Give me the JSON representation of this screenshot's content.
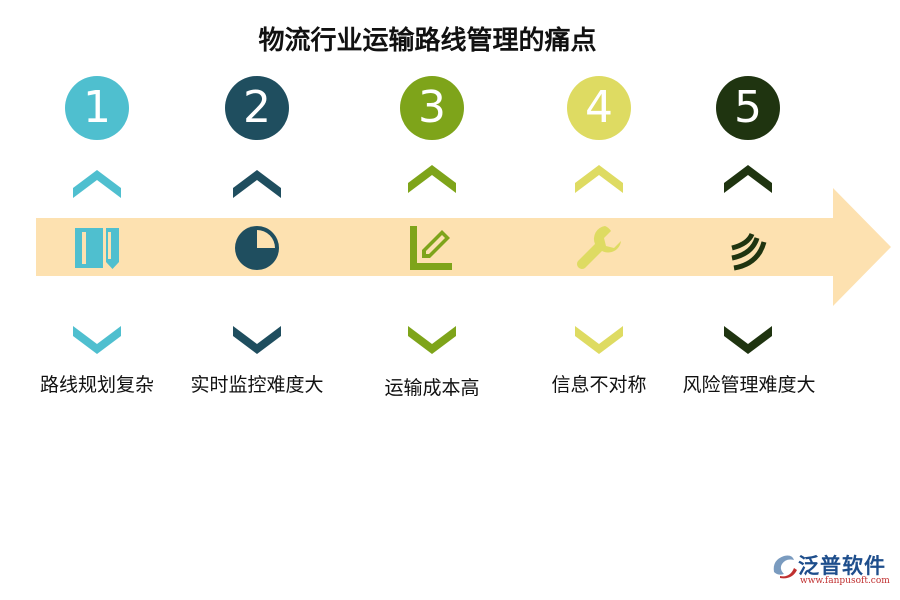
{
  "title": "物流行业运输路线管理的痛点",
  "steps": [
    {
      "number": "1",
      "label": "路线规划复杂",
      "color": "#4fbfcf",
      "icon": "book-columns-icon"
    },
    {
      "number": "2",
      "label": "实时监控难度大",
      "color": "#1f4e5f",
      "icon": "pie-chart-icon"
    },
    {
      "number": "3",
      "label": "运输成本高",
      "color": "#7ea41a",
      "icon": "edit-pen-icon"
    },
    {
      "number": "4",
      "label": "信息不对称",
      "color": "#dedb62",
      "icon": "wrench-icon"
    },
    {
      "number": "5",
      "label": "风险管理难度大",
      "color": "#1f3410",
      "icon": "trending-arrows-icon"
    }
  ],
  "band_color": "#fde1b0",
  "logo": {
    "text": "泛普软件",
    "url": "www.fanpusoft.com"
  }
}
